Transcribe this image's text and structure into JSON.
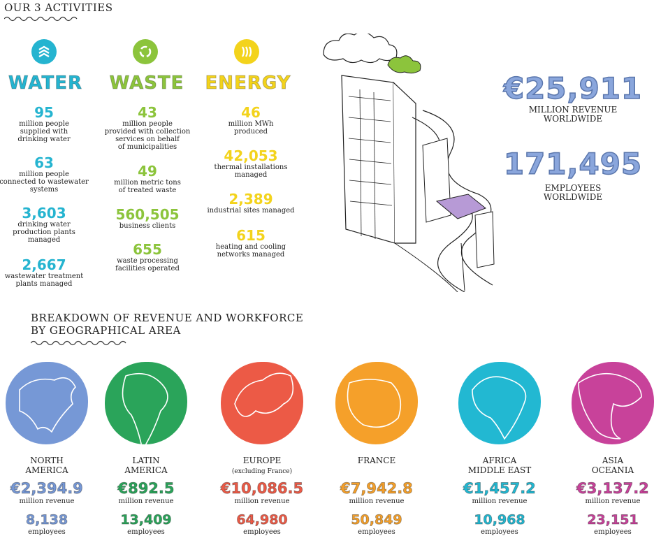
{
  "header": {
    "title": "OUR 3 ACTIVITIES"
  },
  "activities": [
    {
      "name": "WATER",
      "color": "#25b4d0",
      "icon": "water-waves-icon",
      "stats": [
        {
          "num": "95",
          "label": "million people\nsupplied with\ndrinking water"
        },
        {
          "num": "63",
          "label": "million people\nconnected to wastewater\nsystems"
        },
        {
          "num": "3,603",
          "label": "drinking water\nproduction plants\nmanaged"
        },
        {
          "num": "2,667",
          "label": "wastewater treatment\nplants managed"
        }
      ]
    },
    {
      "name": "WASTE",
      "color": "#8cc43c",
      "icon": "recycle-icon",
      "stats": [
        {
          "num": "43",
          "label": "million people\nprovided with collection\nservices on behalf\nof municipalities"
        },
        {
          "num": "49",
          "label": "million metric tons\nof treated waste"
        },
        {
          "num": "560,505",
          "label": "business clients"
        },
        {
          "num": "655",
          "label": "waste processing\nfacilities operated"
        }
      ]
    },
    {
      "name": "ENERGY",
      "color": "#f3d31c",
      "icon": "energy-heat-icon",
      "stats": [
        {
          "num": "46",
          "label": "million MWh\nproduced"
        },
        {
          "num": "42,053",
          "label": "thermal installations\nmanaged"
        },
        {
          "num": "2,389",
          "label": "industrial sites managed"
        },
        {
          "num": "615",
          "label": "heating and cooling\nnetworks managed"
        }
      ]
    }
  ],
  "totals": {
    "revenue": "€25,911",
    "revenue_label": "MILLION REVENUE\nWORLDWIDE",
    "employees": "171,495",
    "employees_label": "EMPLOYEES\nWORLDWIDE"
  },
  "breakdown": {
    "title": "BREAKDOWN OF REVENUE AND WORKFORCE\nBY GEOGRAPHICAL AREA",
    "revenue_unit": "million revenue",
    "employees_unit": "employees",
    "regions": [
      {
        "name": "NORTH\nAMERICA",
        "sub": "",
        "revenue": "€2,394.9",
        "employees": "8,138",
        "color": "#7698d6"
      },
      {
        "name": "LATIN\nAMERICA",
        "sub": "",
        "revenue": "€892.5",
        "employees": "13,409",
        "color": "#2aa45a"
      },
      {
        "name": "EUROPE",
        "sub": "(excluding France)",
        "revenue": "€10,086.5",
        "employees": "64,980",
        "color": "#ec5a46"
      },
      {
        "name": "FRANCE",
        "sub": "",
        "revenue": "€7,942.8",
        "employees": "50,849",
        "color": "#f5a02a"
      },
      {
        "name": "AFRICA\nMIDDLE EAST",
        "sub": "",
        "revenue": "€1,457.2",
        "employees": "10,968",
        "color": "#22b8d2"
      },
      {
        "name": "ASIA\nOCEANIA",
        "sub": "",
        "revenue": "€3,137.2",
        "employees": "23,151",
        "color": "#c8429a"
      }
    ]
  }
}
